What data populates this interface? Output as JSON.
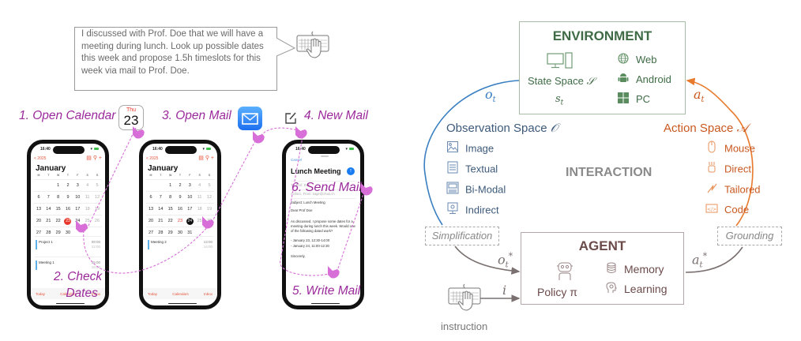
{
  "instruction_bubble": {
    "text": "I discussed with Prof. Doe that we will have a meeting during lunch. Look up possible dates this week and propose 1.5h timeslots for this week via mail to Prof. Doe."
  },
  "steps": {
    "s1": "1. Open Calendar",
    "s2_line1": "2. Check",
    "s2_line2": "Dates",
    "s3": "3. Open Mail",
    "s4": "4. New Mail",
    "s5": "5. Write Mail",
    "s6": "6. Send Mail"
  },
  "calendar_app_icon": {
    "weekday": "Thu",
    "day": "23"
  },
  "icons": {
    "calendar_app": "calendar-icon",
    "mail_app": "mail-icon",
    "compose": "compose-icon",
    "keyboard": "keyboard-hand-icon",
    "tap": "tap-hand-icon"
  },
  "phone_calendar_1": {
    "time": "16:40",
    "back": "< 2025",
    "month": "January",
    "dow": [
      "M",
      "T",
      "W",
      "T",
      "F",
      "S",
      "S"
    ],
    "weeks": [
      [
        "",
        "",
        "1",
        "2",
        "3",
        "4",
        "5"
      ],
      [
        "6",
        "7",
        "8",
        "9",
        "10",
        "11",
        "12"
      ],
      [
        "13",
        "14",
        "15",
        "16",
        "17",
        "18",
        "19"
      ],
      [
        "20",
        "21",
        "22",
        "23",
        "24",
        "25",
        "26"
      ],
      [
        "27",
        "28",
        "29",
        "30",
        "",
        "",
        ""
      ]
    ],
    "today": "23",
    "events": [
      {
        "name": "Project 1",
        "start": "09:00",
        "end": "12:00"
      },
      {
        "name": "Meeting 1",
        "start": "15:00",
        "end": "16:00"
      }
    ],
    "tabs": [
      "Today",
      "Calendars",
      "Inbox"
    ]
  },
  "phone_calendar_2": {
    "time": "16:40",
    "back": "< 2025",
    "month": "January",
    "dow": [
      "M",
      "T",
      "W",
      "T",
      "F",
      "S",
      "S"
    ],
    "weeks": [
      [
        "",
        "",
        "1",
        "2",
        "3",
        "4",
        "5"
      ],
      [
        "6",
        "7",
        "8",
        "9",
        "10",
        "11",
        "12"
      ],
      [
        "13",
        "14",
        "15",
        "16",
        "17",
        "18",
        "19"
      ],
      [
        "20",
        "21",
        "22",
        "23",
        "24",
        "25",
        "26"
      ],
      [
        "27",
        "28",
        "29",
        "30",
        "31",
        "",
        ""
      ]
    ],
    "today": "23",
    "selected": "24",
    "events": [
      {
        "name": "Meeting 2",
        "start": "13:00",
        "end": "14:00"
      }
    ],
    "tabs": [
      "Today",
      "Calendars",
      "Inbox"
    ]
  },
  "phone_mail": {
    "time": "16:40",
    "cancel": "Cancel",
    "title": "Lunch Meeting",
    "to": "To: Prof. Doe",
    "ccbcc": "Cc/Bcc, From: sage@chao.ch",
    "subject": "Subject: Lunch Meeting",
    "greeting": "Dear Prof Doe",
    "body": "As discussed, I propose some dates for a meeting during lunch this week. Would one of the following dated work?",
    "option1": "- January 23, 12:30-14:00",
    "option2": "- January 24, 11:00-12:30",
    "closing": "Sincerely,"
  },
  "framework": {
    "environment": {
      "title": "ENVIRONMENT",
      "state_space": "State Space",
      "state_symbol": "𝒮",
      "state_var": "s",
      "state_sub": "t",
      "platforms": [
        {
          "icon": "globe-icon",
          "label": "Web"
        },
        {
          "icon": "android-icon",
          "label": "Android"
        },
        {
          "icon": "windows-icon",
          "label": "PC"
        }
      ]
    },
    "observation": {
      "title": "Observation Space",
      "symbol": "𝒪",
      "items": [
        {
          "icon": "image-icon",
          "label": "Image"
        },
        {
          "icon": "document-icon",
          "label": "Textual"
        },
        {
          "icon": "bimodal-icon",
          "label": "Bi-Modal"
        },
        {
          "icon": "monitor-icon",
          "label": "Indirect"
        }
      ]
    },
    "action": {
      "title": "Action Space",
      "symbol": "𝒜",
      "items": [
        {
          "icon": "mouse-icon",
          "label": "Mouse"
        },
        {
          "icon": "robot-arm-icon",
          "label": "Direct"
        },
        {
          "icon": "wand-icon",
          "label": "Tailored"
        },
        {
          "icon": "code-icon",
          "label": "Code"
        }
      ]
    },
    "interaction": "INTERACTION",
    "simplification": "Simplification",
    "grounding": "Grounding",
    "agent": {
      "title": "AGENT",
      "policy": "Policy π",
      "memory": "Memory",
      "learning": "Learning"
    },
    "labels": {
      "o_t": "o",
      "a_t": "a",
      "sub_t": "t",
      "star": "*",
      "i": "i",
      "instruction": "instruction"
    },
    "colors": {
      "environment": "#3e6b45",
      "observation": "#3a7fc1",
      "action": "#e87a2e",
      "agent": "#6b4a4a",
      "steps": "#9b2a9b",
      "trajectory": "#d86fd8"
    }
  }
}
